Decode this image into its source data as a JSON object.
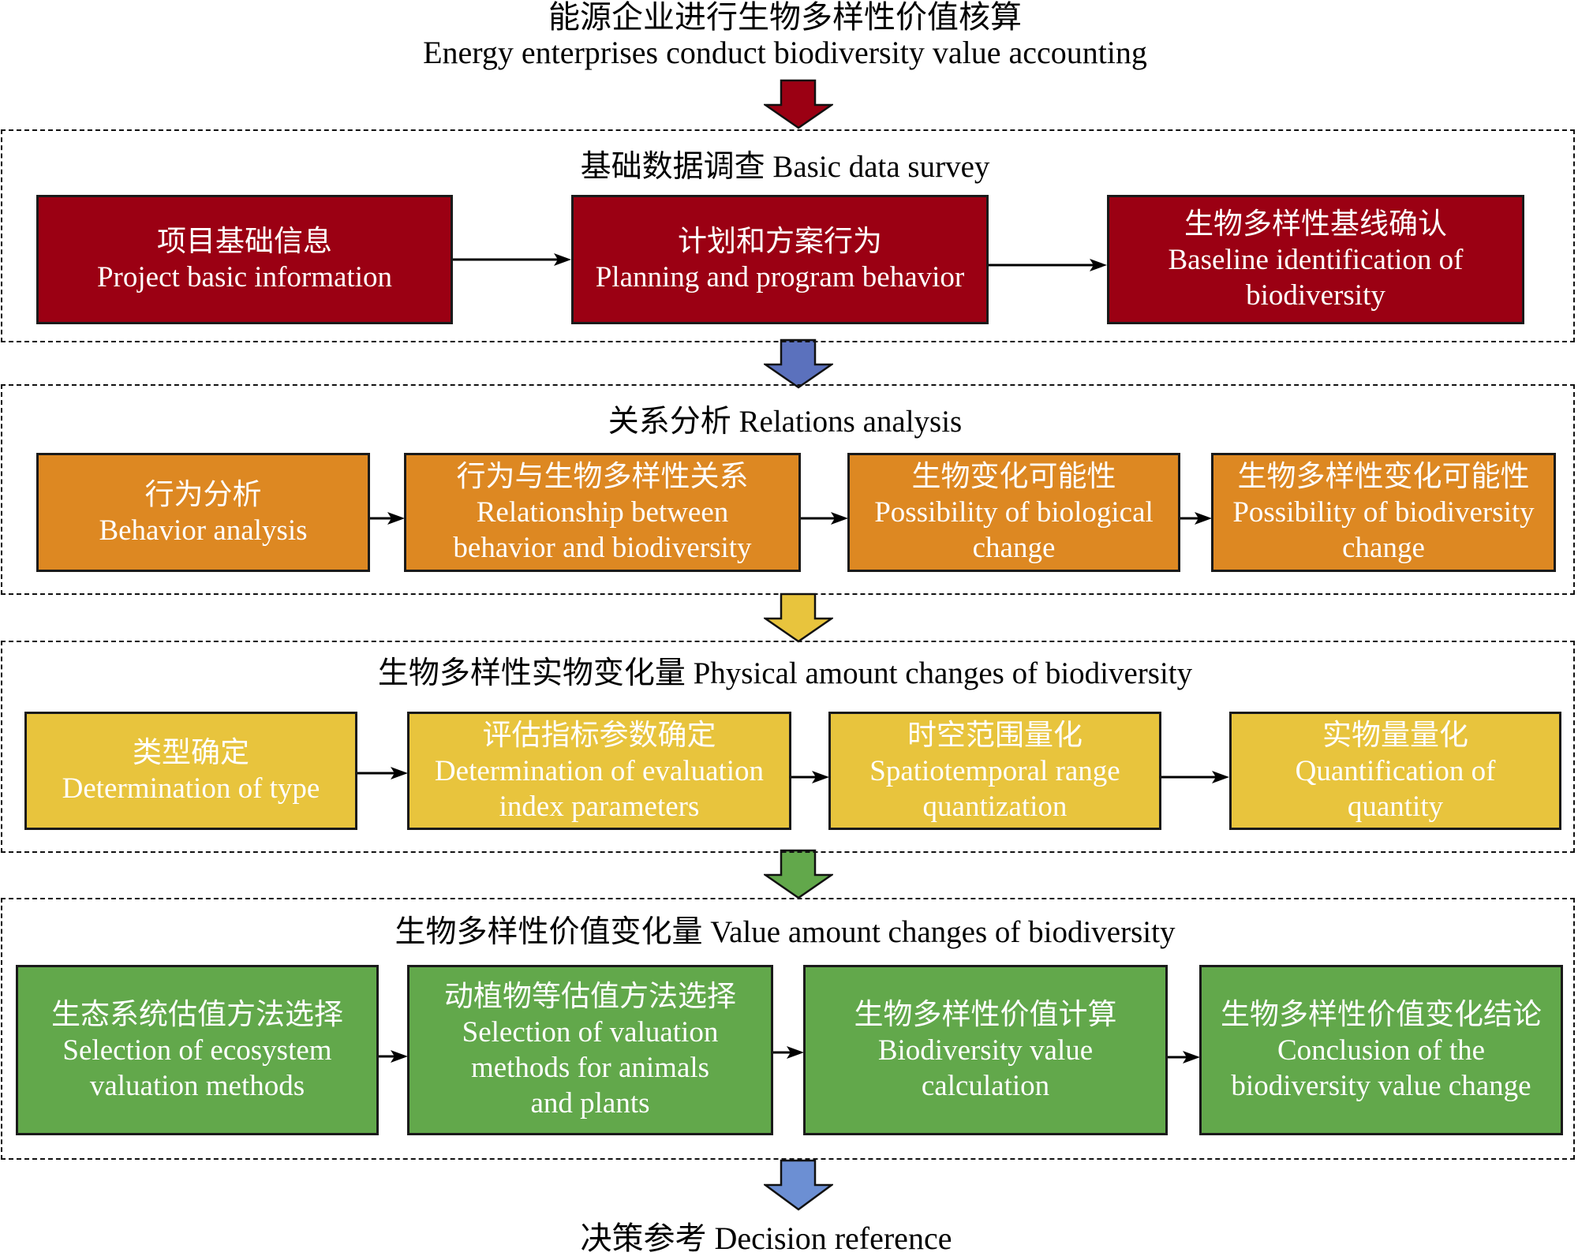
{
  "header": {
    "title_cn": "能源企业进行生物多样性价值核算",
    "title_en": "Energy enterprises conduct biodiversity value accounting"
  },
  "colors": {
    "stage1": "#9b0013",
    "stage2": "#dd8822",
    "stage3": "#e8c43d",
    "stage4": "#62a84b",
    "arrow_blue_1": "#5b71bd",
    "arrow_blue_2": "#6c8fd3"
  },
  "sections": [
    {
      "heading": "基础数据调查 Basic data survey",
      "boxes": [
        {
          "cn": "项目基础信息",
          "en": [
            "Project basic information"
          ]
        },
        {
          "cn": "计划和方案行为",
          "en": [
            "Planning and program behavior"
          ]
        },
        {
          "cn": "生物多样性基线确认",
          "en": [
            "Baseline identification of",
            "biodiversity"
          ]
        }
      ]
    },
    {
      "heading": "关系分析 Relations analysis",
      "boxes": [
        {
          "cn": "行为分析",
          "en": [
            "Behavior analysis"
          ]
        },
        {
          "cn": "行为与生物多样性关系",
          "en": [
            "Relationship between",
            "behavior and biodiversity"
          ]
        },
        {
          "cn": "生物变化可能性",
          "en": [
            "Possibility of biological",
            "change"
          ]
        },
        {
          "cn": "生物多样性变化可能性",
          "en": [
            "Possibility of biodiversity",
            "change"
          ]
        }
      ]
    },
    {
      "heading": "生物多样性实物变化量 Physical amount changes of biodiversity",
      "boxes": [
        {
          "cn": "类型确定",
          "en": [
            "Determination of type"
          ]
        },
        {
          "cn": "评估指标参数确定",
          "en": [
            "Determination of evaluation",
            "index parameters"
          ]
        },
        {
          "cn": "时空范围量化",
          "en": [
            "Spatiotemporal range",
            "quantization"
          ]
        },
        {
          "cn": "实物量量化",
          "en": [
            "Quantification of",
            "quantity"
          ]
        }
      ]
    },
    {
      "heading": "生物多样性价值变化量 Value amount changes of biodiversity",
      "boxes": [
        {
          "cn": "生态系统估值方法选择",
          "en": [
            "Selection of ecosystem",
            "valuation methods"
          ]
        },
        {
          "cn": "动植物等估值方法选择",
          "en": [
            "Selection of valuation",
            "methods for animals",
            "and plants"
          ]
        },
        {
          "cn": "生物多样性价值计算",
          "en": [
            "Biodiversity value",
            "calculation"
          ]
        },
        {
          "cn": "生物多样性价值变化结论",
          "en": [
            "Conclusion of the",
            "biodiversity value change"
          ]
        }
      ]
    }
  ],
  "footer": {
    "label": "决策参考 Decision reference"
  }
}
